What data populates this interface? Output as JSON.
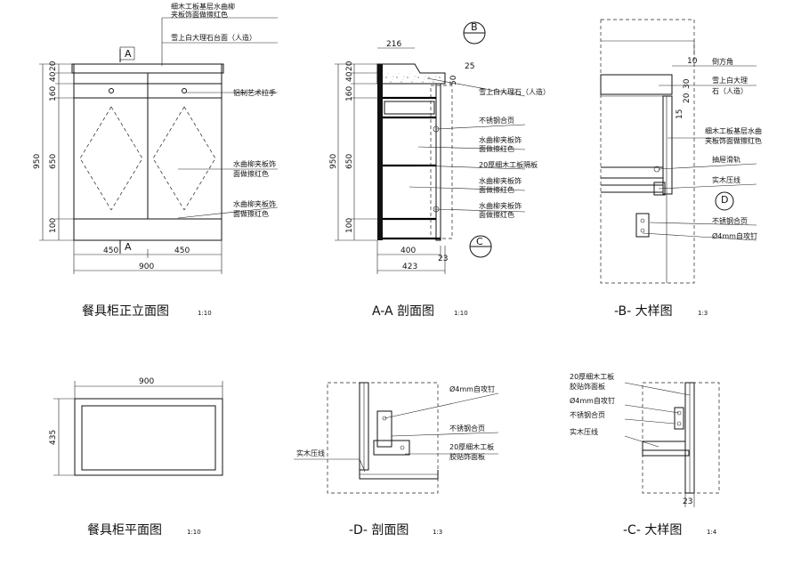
{
  "front_elevation": {
    "title": "餐具柜正立面图",
    "scale": "1:10",
    "dims": {
      "h20": "20",
      "h40": "40",
      "h160": "160",
      "h650": "650",
      "h100": "100",
      "h950": "950",
      "w450a": "450",
      "w450b": "450",
      "w900": "900"
    },
    "section_marks": [
      "A",
      "A"
    ],
    "notes": [
      "细木工板基层水曲柳",
      "夹板饰面做擦红色",
      "雪上白大理石台面（人造）",
      "铝制艺术拉手",
      "水曲柳夹板饰",
      "面做擦红色",
      "水曲柳夹板饰",
      "面做擦红色"
    ]
  },
  "section_aa": {
    "title": "A-A 剖面图",
    "scale": "1:10",
    "dims": {
      "w216": "216",
      "v25": "25",
      "v50": "50",
      "h20": "20",
      "h40": "40",
      "h160": "160",
      "h650": "650",
      "h100": "100",
      "h950": "950",
      "w400": "400",
      "w423": "423",
      "w23": "23"
    },
    "markers": [
      "B",
      "C"
    ],
    "notes": [
      "雪上白大理石（人造）",
      "不锈钢合页",
      "水曲柳夹板饰",
      "面做擦红色",
      "20厚细木工板隔板",
      "水曲柳夹板饰",
      "面做擦红色",
      "水曲柳夹板饰",
      "面做擦红色"
    ]
  },
  "detail_b": {
    "title": "-B- 大样图",
    "scale": "1:3",
    "dims": {
      "v10": "10",
      "v30": "30",
      "v20": "20",
      "v15": "15"
    },
    "marker": "D",
    "notes": [
      "倒方角",
      "雪上白大理",
      "石（人造）",
      "细木工板基层水曲",
      "夹板饰面做擦红色",
      "抽屉滑轨",
      "实木压线",
      "不锈钢合页",
      "Ø4mm自攻钉"
    ]
  },
  "plan": {
    "title": "餐具柜平面图",
    "scale": "1:10",
    "dims": {
      "w900": "900",
      "h435": "435"
    }
  },
  "section_d": {
    "title": "-D- 剖面图",
    "scale": "1:3",
    "notes": [
      "Ø4mm自攻钉",
      "不锈钢合页",
      "20厚细木工板",
      "胶贴饰面板",
      "实木压线"
    ]
  },
  "detail_c": {
    "title": "-C- 大样图",
    "scale": "1:4",
    "dims": {
      "w23": "23"
    },
    "notes": [
      "20厚细木工板",
      "胶贴饰面板",
      "Ø4mm自攻钉",
      "不锈钢合页",
      "实木压线"
    ]
  }
}
